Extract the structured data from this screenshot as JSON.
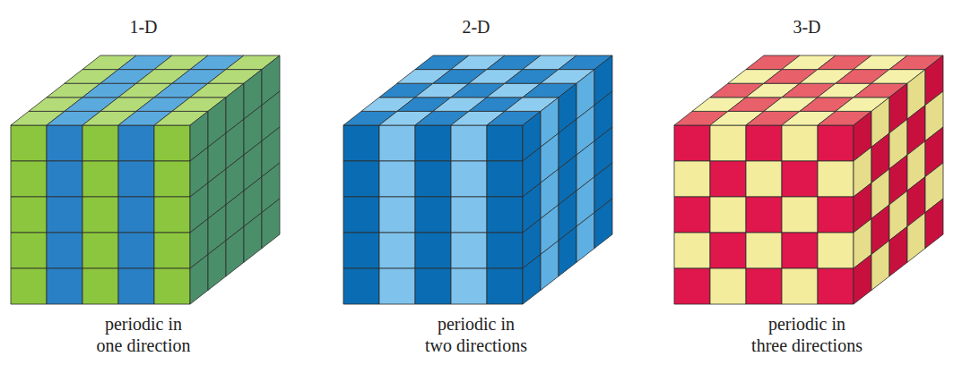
{
  "diagram": {
    "labels": [
      "1-D",
      "periodic in one direction",
      "2-D",
      "periodic in two directions",
      "3-D",
      "periodic in three directions"
    ]
  }
}
